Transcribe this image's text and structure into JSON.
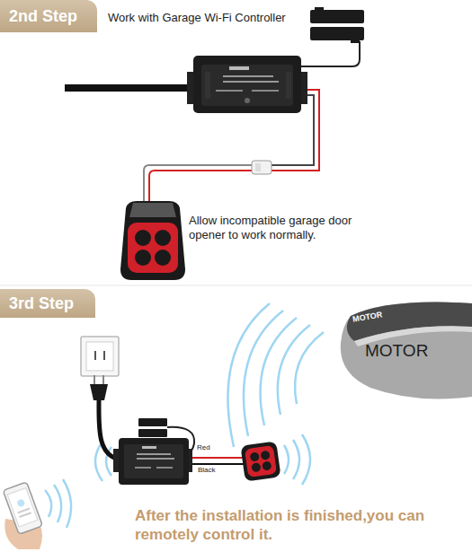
{
  "diagram": {
    "caption": "After the installation is finished,you can remotely control it.",
    "nodes": [
      {
        "text": [
          "2nd Step"
        ]
      },
      {
        "text": [
          "3rd Step"
        ]
      },
      {
        "text": [
          "MOTOR",
          "MOTOR"
        ]
      }
    ],
    "labels": [
      "Work with Garage Wi-Fi Controller",
      "Allow incompatible garage door opener to work normally.",
      "Red",
      "Black"
    ]
  }
}
